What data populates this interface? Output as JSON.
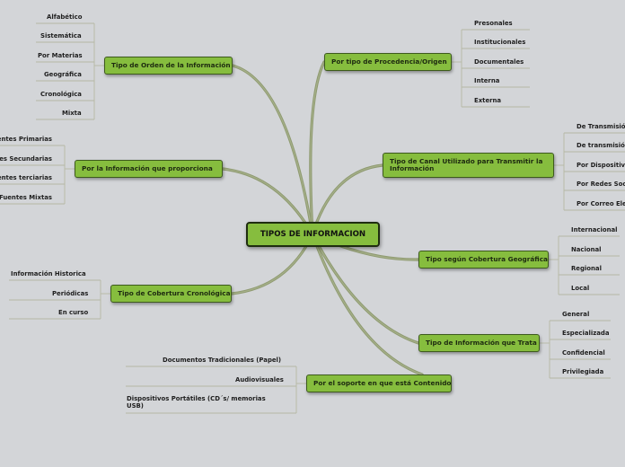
{
  "root": "TIPOS DE INFORMACION",
  "branches": [
    {
      "label": "Tipo de Orden de la Información",
      "leaves": [
        "Alfabético",
        "Sistemática",
        "Por Materias",
        "Geográfica",
        "Cronológica",
        "Mixta"
      ]
    },
    {
      "label": "Por la Información que proporciona",
      "leaves": [
        "Fuentes Primarias",
        "Fuentes Secundarias",
        "Fuentes terciarias",
        "Fuentes Mixtas"
      ]
    },
    {
      "label": "Tipo de Cobertura Cronológica",
      "leaves": [
        "Información Historica",
        "Periódicas",
        "En curso"
      ]
    },
    {
      "label": "Por el soporte en que está Contenido",
      "leaves": [
        "Documentos Tradicionales (Papel)",
        "Audiovisuales",
        "Dispositivos Portátiles (CD´s/ memorias USB)"
      ]
    },
    {
      "label": "Por tipo de  Procedencia/Origen",
      "leaves": [
        "Presonales",
        "Institucionales",
        "Documentales",
        "Interna",
        "Externa"
      ]
    },
    {
      "label": "Tipo de Canal Utilizado para Transmitir la Información",
      "leaves": [
        "De Transmisión",
        "De transmisión",
        "Por Dispositivos",
        "Por Redes Sociales",
        "Por Correo Electrónico"
      ]
    },
    {
      "label": "Tipo según Cobertura Geográfica",
      "leaves": [
        "Internacional",
        "Nacional",
        "Regional",
        "Local"
      ]
    },
    {
      "label": "Tipo de Información que Trata",
      "leaves": [
        "General",
        "Especializada",
        "Confidencial",
        "Privilegiada"
      ]
    }
  ],
  "colors": {
    "node_fill": "#86bd3e",
    "node_border": "#3d5a1d",
    "root_border": "#1f2d10",
    "connector": "#8e9a70",
    "leaf_line": "#b5b8a4",
    "background": "#d3d5d8"
  }
}
